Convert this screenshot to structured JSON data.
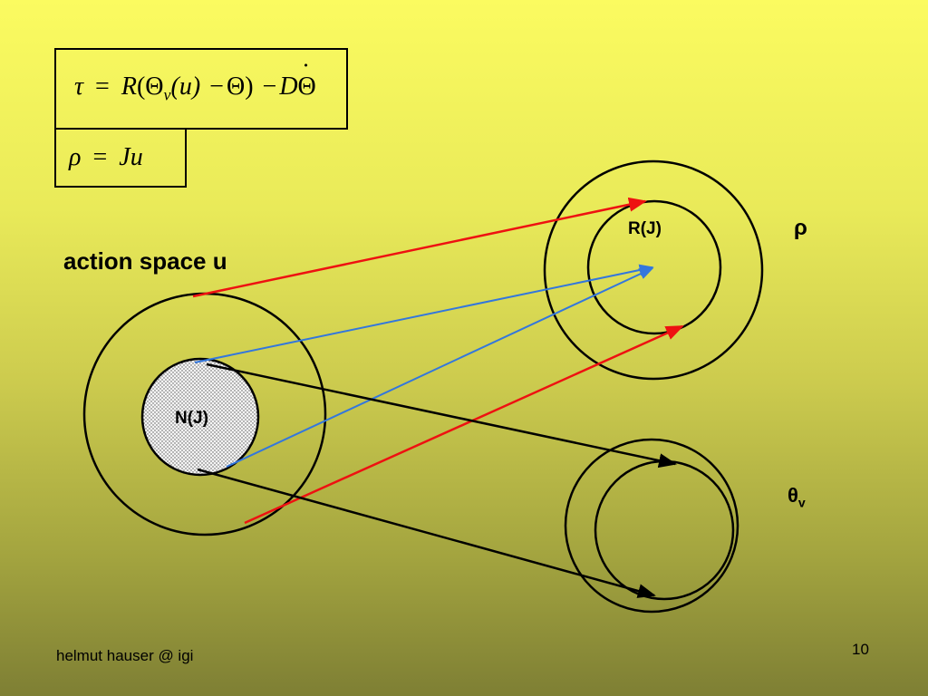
{
  "equations": {
    "torque": "τ = R(Θv(u) − Θ) − DΘ̇",
    "torque_parts": {
      "lhs": "τ",
      "eq": "=",
      "R": "R",
      "open1": "(",
      "Theta1": "Θ",
      "sub_v": "v",
      "u_paren": "(u)",
      "minus1": "−",
      "Theta2": "Θ",
      "close1": ")",
      "minus2": "−",
      "D": "D",
      "Theta_dot": "Θ",
      "dot": "˙"
    },
    "rho": "ρ = Ju",
    "rho_parts": {
      "rho": "ρ",
      "eq": "=",
      "J": "J",
      "u": "u"
    }
  },
  "labels": {
    "action_space": "action space u",
    "nj": "N(J)",
    "rj": "R(J)",
    "rho": "ρ",
    "theta": "θ",
    "theta_sub": "v"
  },
  "footer": {
    "author": "helmut hauser @ igi",
    "page": "10"
  },
  "colors": {
    "red_arrow": "#ee1111",
    "blue_arrow": "#3377dd",
    "black_arrow": "#000000"
  }
}
